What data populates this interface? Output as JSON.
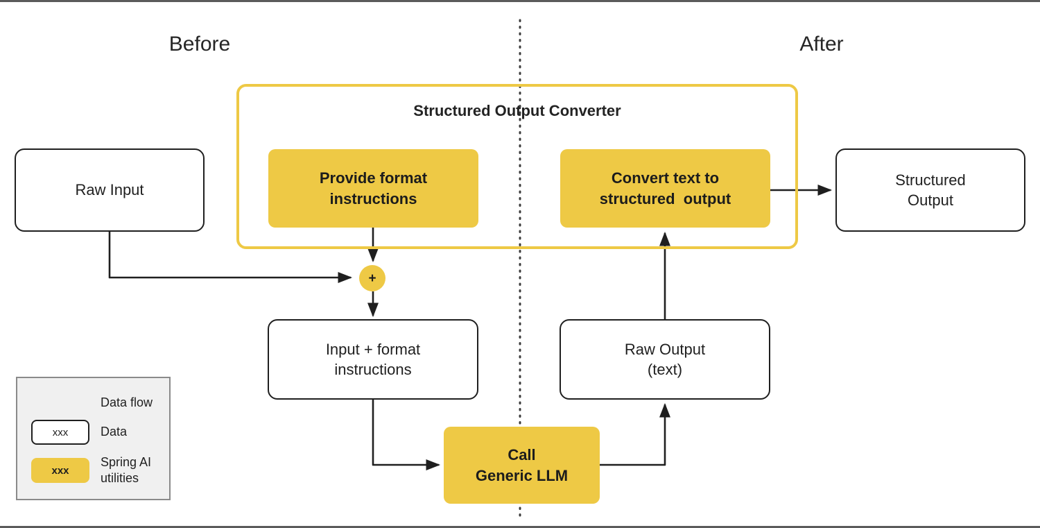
{
  "diagram": {
    "title": "Structured Output Converter flow (Before / After)",
    "phases": {
      "before_label": "Before",
      "after_label": "After"
    },
    "converter": {
      "title": "Structured Output Converter"
    },
    "nodes": {
      "raw_input": "Raw Input",
      "structured_output_line1": "Structured",
      "structured_output_line2": "Output",
      "provide_format_line1": "Provide format",
      "provide_format_line2": "instructions",
      "convert_text_line1": "Convert text to",
      "convert_text_line2": "structured  output",
      "input_plus_format_line1": "Input + format",
      "input_plus_format_line2": "instructions",
      "raw_output_line1": "Raw Output",
      "raw_output_line2": "(text)",
      "call_llm_line1": "Call",
      "call_llm_line2": "Generic LLM",
      "plus_junction": "+"
    },
    "legend": {
      "flow_label": "Data flow",
      "data_swatch_label": "xxx",
      "data_label": "Data",
      "util_swatch_label": "xxx",
      "util_label": "Spring AI\nutilities"
    },
    "colors": {
      "accent_yellow": "#eec945",
      "stroke_black": "#1f1f1f",
      "legend_bg": "#f0f0f0",
      "legend_border": "#8a8a8a",
      "frame_border": "#5b5b5b",
      "text": "#262626"
    }
  }
}
